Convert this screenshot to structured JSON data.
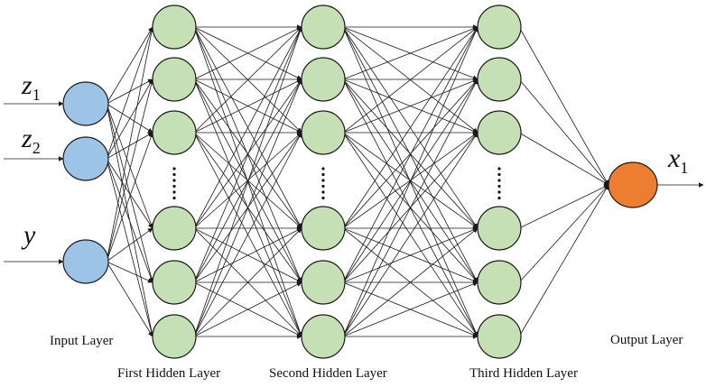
{
  "colors": {
    "input_node": "#9dc3e6",
    "hidden_node": "#c5e0b4",
    "output_node": "#ed7d31",
    "edge": "#1a1a1a",
    "text": "#111111"
  },
  "inputs": [
    {
      "symbol": "z",
      "subscript": "1"
    },
    {
      "symbol": "z",
      "subscript": "2"
    },
    {
      "symbol": "y",
      "subscript": ""
    }
  ],
  "output": {
    "symbol": "x",
    "subscript": "1"
  },
  "layers": {
    "input": {
      "label": "Input Layer"
    },
    "hidden1": {
      "label": "First Hidden Layer"
    },
    "hidden2": {
      "label": "Second Hidden Layer"
    },
    "hidden3": {
      "label": "Third Hidden Layer"
    },
    "output": {
      "label": "Output Layer"
    }
  },
  "ellipsis": "......"
}
